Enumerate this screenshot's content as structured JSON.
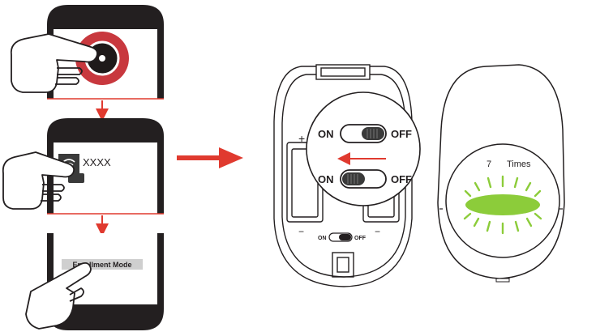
{
  "phone": {
    "device_name": "XXXX",
    "enrollment_label": "Enrollment Mode"
  },
  "sensor_switches": {
    "on_label": "ON",
    "off_label": "OFF",
    "plus_label": "+",
    "minus_label": "−"
  },
  "indicator": {
    "count": "7",
    "times_label": "Times"
  },
  "colors": {
    "accent_red": "#e03a2f",
    "led_green": "#8ccc3a",
    "outline": "#231f20"
  }
}
